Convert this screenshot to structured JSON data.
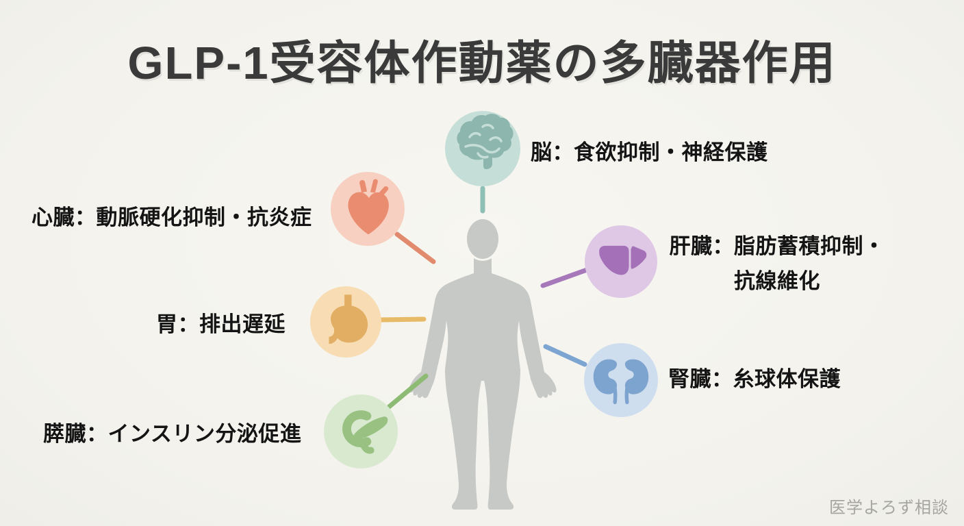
{
  "title": "GLP-1受容体作動薬の多臓器作用",
  "watermark": "医学よろず相談",
  "colors": {
    "background": "#f4f3ee",
    "title_text": "#3a3a3a",
    "label_text": "#141414",
    "body_silhouette": "#c7c9c7",
    "watermark_text": "#a6a6a1"
  },
  "organs": {
    "brain": {
      "label": "脳：食欲抑制・神経保護",
      "circle_color": "#c5ded7",
      "icon_color": "#8db7ae",
      "line_color": "#8fc0b6"
    },
    "heart": {
      "label": "心臓：動脈硬化抑制・抗炎症",
      "circle_color": "#f7d0c1",
      "icon_color": "#ea8c70",
      "line_color": "#e28a6d"
    },
    "liver": {
      "label": "肝臓：脂肪蓄積抑制・\n抗線維化",
      "circle_color": "#dfc8e6",
      "icon_color": "#a471b8",
      "line_color": "#a678ba"
    },
    "stomach": {
      "label": "胃：排出遅延",
      "circle_color": "#f8ddb4",
      "icon_color": "#e2ae64",
      "line_color": "#e8bb69"
    },
    "kidney": {
      "label": "腎臓：糸球体保護",
      "circle_color": "#cfdeef",
      "icon_color": "#7da3cf",
      "line_color": "#7da5d1"
    },
    "pancreas": {
      "label": "膵臓：インスリン分泌促進",
      "circle_color": "#d9e9d0",
      "icon_color": "#98c182",
      "line_color": "#8dbb74"
    }
  }
}
